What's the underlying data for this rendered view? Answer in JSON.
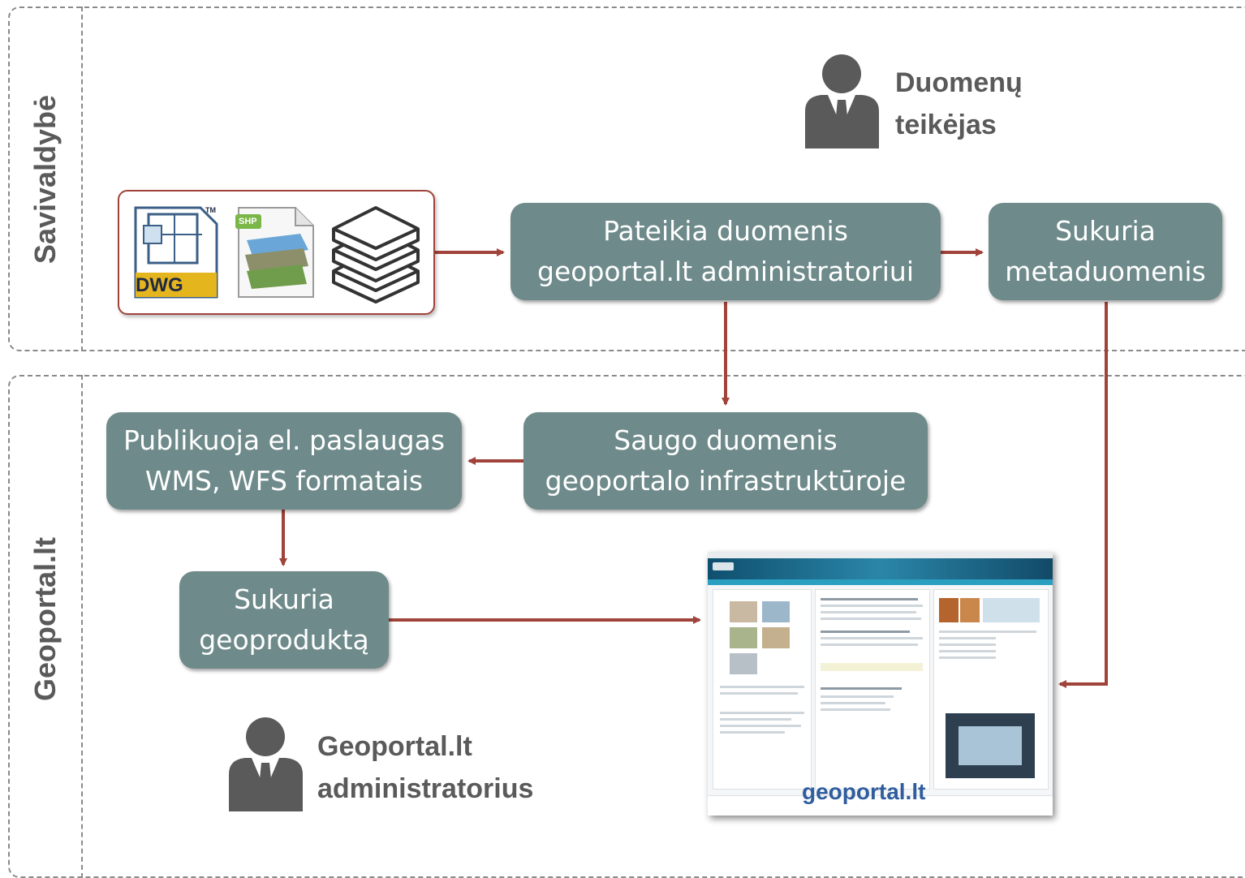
{
  "lanes": {
    "top_label": "Savivaldybė",
    "bottom_label": "Geoportal.lt"
  },
  "roles": {
    "provider": [
      "Duomenų",
      "teikėjas"
    ],
    "admin": [
      "Geoportal.lt",
      "administratorius"
    ]
  },
  "file_icons": {
    "dwg_label": "DWG",
    "dwg_tm": "TM",
    "shp_label": "SHP"
  },
  "boxes": {
    "submit": [
      "Pateikia duomenis",
      "geoportal.lt administratoriui"
    ],
    "metadata": [
      "Sukuria",
      "metaduomenis"
    ],
    "store": [
      "Saugo duomenis",
      "geoportalo infrastruktūroje"
    ],
    "publish": [
      "Publikuoja el. paslaugas",
      "WMS, WFS formatais"
    ],
    "geoproduct": [
      "Sukuria",
      "geoproduktą"
    ]
  },
  "site_label": "geoportal.lt",
  "colors": {
    "box_fill": "#6e8a8a",
    "arrow": "#a0433a",
    "role_text": "#5a5a5a",
    "site_label": "#2f5d9e"
  }
}
